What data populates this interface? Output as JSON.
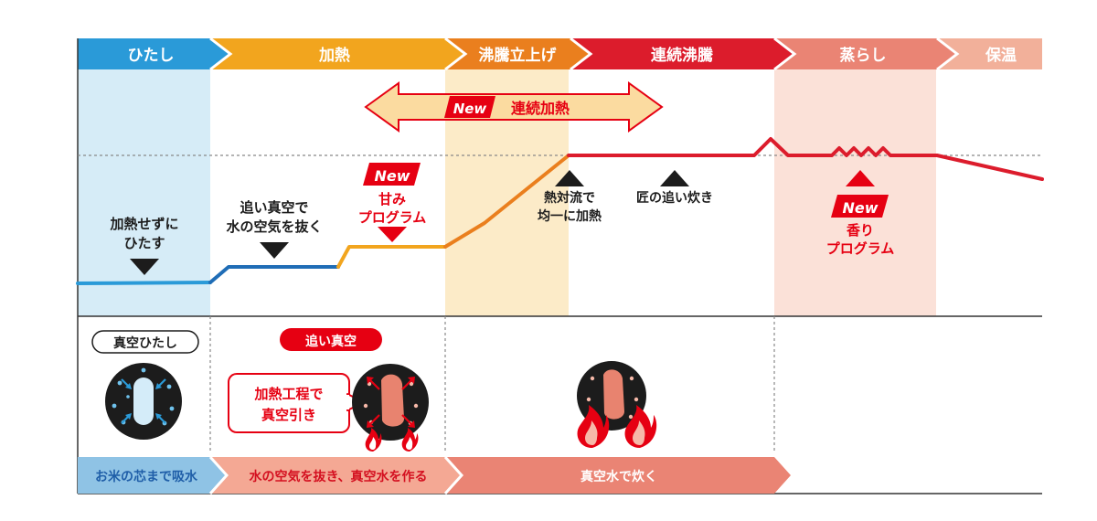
{
  "colors": {
    "soak": "#2a9ad8",
    "heat": "#f2a51e",
    "boil_up": "#ea7f1e",
    "boil": "#dc1c2c",
    "steam": "#ea8474",
    "keep_warm": "#f2b09a",
    "soak_bg": "#d6ecf7",
    "boil_up_bg": "#fcebc8",
    "steam_bg": "#fbe1d8",
    "blue_line": "#1f6db6",
    "accent_red": "#e60012",
    "dark": "#1c1c1c"
  },
  "phases": [
    {
      "label": "ひたし"
    },
    {
      "label": "加熱"
    },
    {
      "label": "沸騰立上げ"
    },
    {
      "label": "連続沸騰"
    },
    {
      "label": "蒸らし"
    },
    {
      "label": "保温"
    }
  ],
  "banner": {
    "new_badge": "New",
    "label": "連続加熱"
  },
  "annotations": {
    "no_heat": {
      "line1": "加熱せずに",
      "line2": "ひたす"
    },
    "vacuum": {
      "line1": "追い真空で",
      "line2": "水の空気を抜く"
    },
    "sweet": {
      "badge": "New",
      "line1": "甘み",
      "line2": "プログラム"
    },
    "convection": {
      "line1": "熱対流で",
      "line2": "均一に加熱"
    },
    "takumi": {
      "label": "匠の追い炊き"
    },
    "aroma": {
      "badge": "New",
      "line1": "香り",
      "line2": "プログラム"
    }
  },
  "labels": {
    "vacuum_soak": "真空ひたし",
    "chase_vacuum": "追い真空",
    "callout_line1": "加熱工程で",
    "callout_line2": "真空引き"
  },
  "bottom_bar": [
    {
      "label": "お米の芯まで吸水"
    },
    {
      "label": "水の空気を抜き、真空水を作る"
    },
    {
      "label": "真空水で炊く"
    }
  ]
}
